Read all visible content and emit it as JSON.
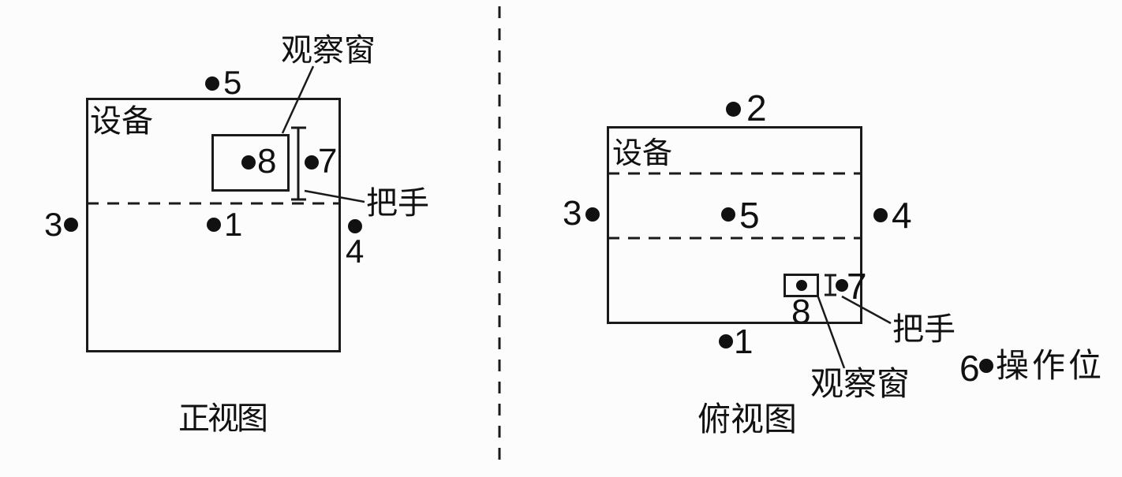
{
  "colors": {
    "ink": "#1a1a1a",
    "paper": "#fcfcfc"
  },
  "front_view": {
    "caption": "正视图",
    "device_label": "设备",
    "window_label": "观察窗",
    "handle_label": "把手",
    "points": {
      "p1": "1",
      "p3": "3",
      "p4": "4",
      "p5": "5",
      "p7": "7",
      "p8": "8"
    }
  },
  "top_view": {
    "caption": "俯视图",
    "device_label": "设备",
    "window_label": "观察窗",
    "handle_label": "把手",
    "operator_label": "操作位",
    "points": {
      "p1": "1",
      "p2": "2",
      "p3": "3",
      "p4": "4",
      "p5": "5",
      "p6": "6",
      "p7": "7",
      "p8": "8"
    }
  }
}
